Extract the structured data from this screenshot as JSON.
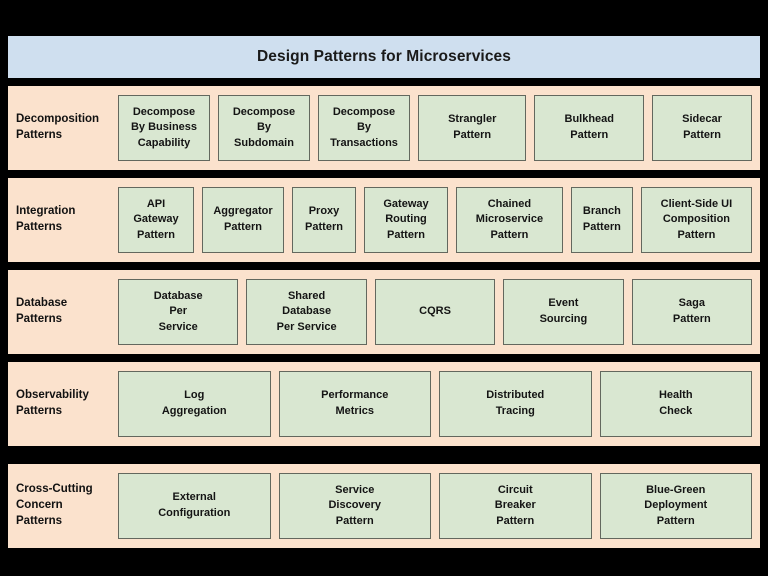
{
  "header": {
    "title": "Design Patterns for Microservices",
    "background_color": "#cfdfef"
  },
  "theme": {
    "page_background": "#000000",
    "row_background": "#fbe2cd",
    "box_background": "#d9e7d1",
    "box_border": "#63685e",
    "text_color": "#141414"
  },
  "rows": [
    {
      "label": "Decomposition\nPatterns",
      "label_lines": [
        "Decomposition",
        "Patterns"
      ],
      "boxes": [
        {
          "lines": [
            "Decompose",
            "By Business",
            "Capability"
          ]
        },
        {
          "lines": [
            "Decompose",
            "By",
            "Subdomain"
          ]
        },
        {
          "lines": [
            "Decompose",
            "By",
            "Transactions"
          ]
        },
        {
          "lines": [
            "Strangler",
            "Pattern"
          ]
        },
        {
          "lines": [
            "Bulkhead",
            "Pattern"
          ]
        },
        {
          "lines": [
            "Sidecar",
            "Pattern"
          ]
        }
      ]
    },
    {
      "label": "Integration\nPatterns",
      "label_lines": [
        "Integration",
        "Patterns"
      ],
      "boxes": [
        {
          "lines": [
            "API",
            "Gateway",
            "Pattern"
          ]
        },
        {
          "lines": [
            "Aggregator",
            "Pattern"
          ]
        },
        {
          "lines": [
            "Proxy",
            "Pattern"
          ]
        },
        {
          "lines": [
            "Gateway",
            "Routing",
            "Pattern"
          ]
        },
        {
          "lines": [
            "Chained",
            "Microservice",
            "Pattern"
          ]
        },
        {
          "lines": [
            "Branch",
            "Pattern"
          ]
        },
        {
          "lines": [
            "Client-Side UI",
            "Composition",
            "Pattern"
          ]
        }
      ]
    },
    {
      "label": "Database\nPatterns",
      "label_lines": [
        "Database",
        "Patterns"
      ],
      "boxes": [
        {
          "lines": [
            "Database",
            "Per",
            "Service"
          ]
        },
        {
          "lines": [
            "Shared",
            "Database",
            "Per Service"
          ]
        },
        {
          "lines": [
            "CQRS"
          ]
        },
        {
          "lines": [
            "Event",
            "Sourcing"
          ]
        },
        {
          "lines": [
            "Saga",
            "Pattern"
          ]
        }
      ]
    },
    {
      "label": "Observability\nPatterns",
      "label_lines": [
        "Observability",
        "Patterns"
      ],
      "boxes": [
        {
          "lines": [
            "Log",
            "Aggregation"
          ]
        },
        {
          "lines": [
            "Performance",
            "Metrics"
          ]
        },
        {
          "lines": [
            "Distributed",
            "Tracing"
          ]
        },
        {
          "lines": [
            "Health",
            "Check"
          ]
        }
      ]
    },
    {
      "label": "Cross-Cutting\nConcern\nPatterns",
      "label_lines": [
        "Cross-Cutting",
        "Concern",
        "Patterns"
      ],
      "boxes": [
        {
          "lines": [
            "External",
            "Configuration"
          ]
        },
        {
          "lines": [
            "Service",
            "Discovery",
            "Pattern"
          ]
        },
        {
          "lines": [
            "Circuit",
            "Breaker",
            "Pattern"
          ]
        },
        {
          "lines": [
            "Blue-Green",
            "Deployment",
            "Pattern"
          ]
        }
      ]
    }
  ]
}
